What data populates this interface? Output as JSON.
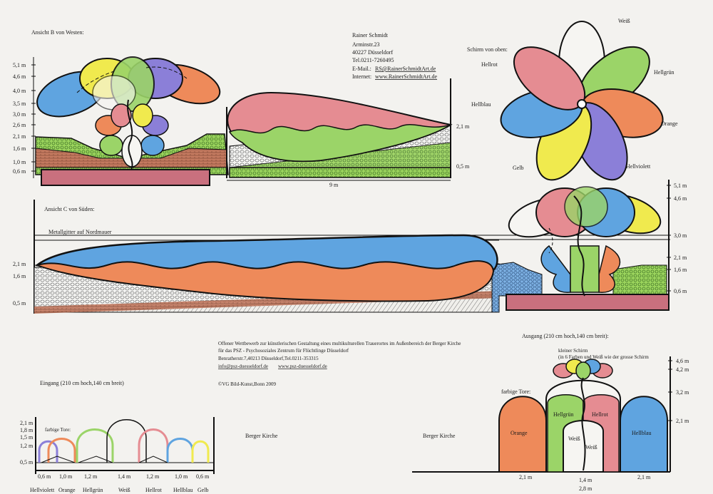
{
  "colors": {
    "hellrot": "#e58c92",
    "hellgruen": "#9bd468",
    "hellblau": "#5fa4e0",
    "orange": "#ee8a5a",
    "hellviolett": "#8b7fd8",
    "gelb": "#f0ea4e",
    "weiss": "#f6f5f2",
    "brick": "#c9707e",
    "gravel": "#8a8a8a"
  },
  "contact": {
    "name": "Rainer Schmidt",
    "street": "Arminstr.23",
    "city": "40227 Düsseldorf",
    "tel": "Tel.0211-7260495",
    "email_label": "E-Mail.:",
    "email": "RS@RainerSchmidtArt.de",
    "internet_label": "Internet:",
    "internet": "www.RainerSchmidtArt.de"
  },
  "view_b": {
    "title": "Ansicht B von Westen:",
    "heights_left": [
      "5,1 m",
      "4,6 m",
      "4,0 m",
      "3,5 m",
      "3,0 m",
      "2,6 m",
      "2,1 m",
      "1,6 m",
      "1,0 m",
      "0,6 m"
    ],
    "height_right_top": "2,1 m",
    "height_right_bottom": "0,5 m",
    "width": "9 m"
  },
  "top_view": {
    "title": "Schirm von oben:",
    "petals": [
      "Weiß",
      "Hellgrün",
      "Orange",
      "Hellviolett",
      "Gelb",
      "Hellblau",
      "Hellrot"
    ]
  },
  "view_c": {
    "title": "Ansicht C von Süden:",
    "railing": "Metallgitter auf Nordmauer",
    "heights_left": [
      "2,1 m",
      "1,6 m",
      "0,5 m"
    ],
    "heights_right": [
      "5,1 m",
      "4,6 m",
      "3,0 m",
      "2,1 m",
      "1,6 m",
      "0,6 m"
    ]
  },
  "competition": {
    "line1": "Offener Wettbewerb zur künstlerischen Gestaltung eines multikulturellen Trauerortes im Außenbereich der Berger Kirche",
    "line2": "für das PSZ - Psychosoziales Zentrum für Flüchtlinge Düsseldorf",
    "line3": "Benratherstr.7,40213 Düsseldorf,Tel.0211-353315",
    "email": "info@psz-duesseldorf.de",
    "web": "www.psz-duesseldorf.de",
    "copyright": "©VG Bild-Kunst,Bonn 2009"
  },
  "entrance": {
    "title": "Eingang (210 cm hoch,140 cm breit)",
    "gates_label": "farbige Tore:",
    "heights": [
      "2,1 m",
      "1,8 m",
      "1,5 m",
      "1,2 m",
      "0,5 m"
    ],
    "widths": [
      "0,6 m",
      "1,0 m",
      "1,2 m",
      "1,4 m",
      "1,2 m",
      "1,0 m",
      "0,6 m"
    ],
    "colors": [
      "Hellviolett",
      "Orange",
      "Hellgrün",
      "Weiß",
      "Hellrot",
      "Hellblau",
      "Gelb"
    ]
  },
  "church_label": "Berger Kirche",
  "exit": {
    "title": "Ausgang (210 cm hoch,140 cm breit):",
    "small_umbrella_1": "kleiner Schirm",
    "small_umbrella_2": "(in 6 Farben und Weiß wie der grosse Schirm",
    "gates_label": "farbige Tore:",
    "heights": [
      "4,6 m",
      "4,2 m",
      "3,2 m",
      "2,1 m"
    ],
    "labels": {
      "orange": "Orange",
      "hellgruen": "Hellgrün",
      "hellrot": "Hellrot",
      "weiss1": "Weiß",
      "weiss2": "Weiß",
      "hellblau": "Hellblau"
    },
    "widths": [
      "2,1 m",
      "1,4 m",
      "2,1 m",
      "2,8 m"
    ]
  }
}
